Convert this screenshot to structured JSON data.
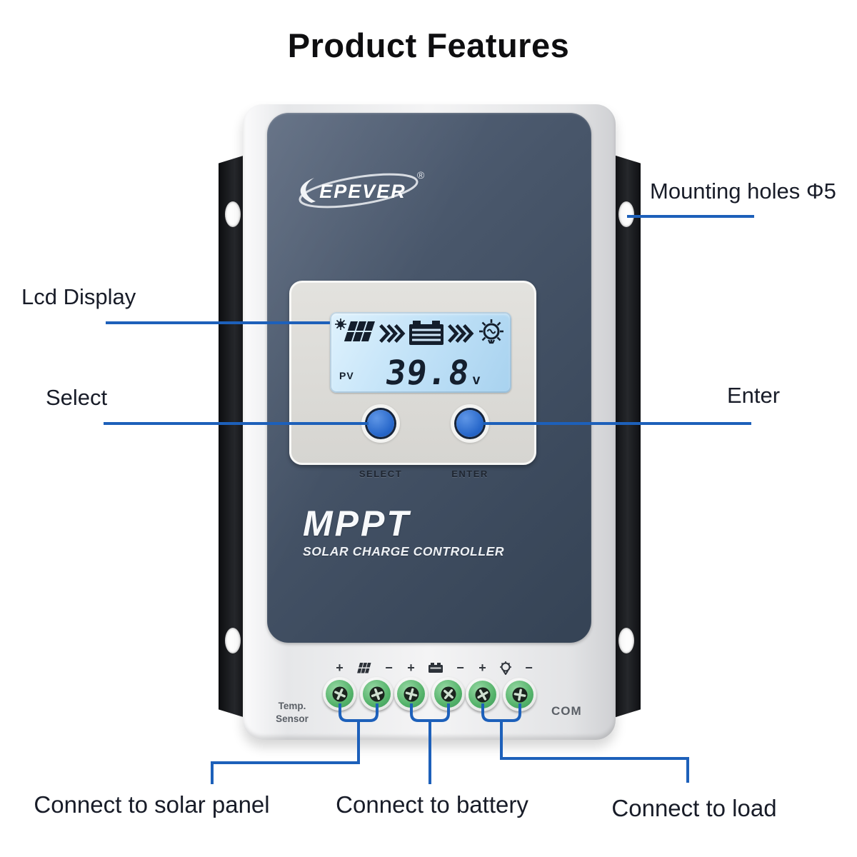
{
  "title": "Product Features",
  "callouts": {
    "mounting_holes": "Mounting holes Φ5",
    "lcd_display": "Lcd Display",
    "select": "Select",
    "enter": "Enter",
    "solar": "Connect to solar panel",
    "battery": "Connect to battery",
    "load": "Connect to load"
  },
  "device": {
    "brand": "EPEVER",
    "registered_mark": "®",
    "lcd": {
      "pv_label": "PV",
      "voltage_value": "39.8",
      "voltage_unit": "v"
    },
    "buttons": {
      "select": "SELECT",
      "enter": "ENTER"
    },
    "model": "MPPT",
    "model_subtitle": "SOLAR CHARGE CONTROLLER",
    "terminals": {
      "plus": "+",
      "minus": "−",
      "groups": [
        "solar panel",
        "battery",
        "load"
      ]
    },
    "temp_sensor_line1": "Temp.",
    "temp_sensor_line2": "Sensor",
    "com": "COM"
  },
  "colors": {
    "accent_line": "#1d60ba",
    "button_blue": "#2e71d3",
    "panel_slate": "#45536a",
    "lcd_blue": "#bfe0f8",
    "terminal_green": "#5cb871",
    "bracket_black": "#17181a",
    "callout_text": "#181c28"
  }
}
